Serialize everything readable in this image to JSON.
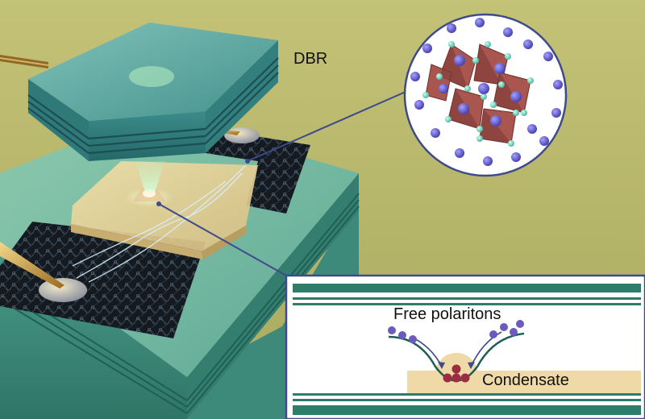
{
  "labels": {
    "dbr": "DBR",
    "free_polaritons": "Free polaritons",
    "condensate": "Condensate"
  },
  "colors": {
    "background": "#b7b66b",
    "dbr_top": "#4a9e9a",
    "substrate": "#6bb4a0",
    "sample": "#e8d39a",
    "electrode": "#1a1f24",
    "probe": "#c59a3a",
    "inset_line": "#3e4a8c",
    "polariton": "#6b5bbf",
    "condensate_particle": "#9b2d40",
    "octahedron": "#a8564f",
    "halide_atom": "#6fcfb9"
  }
}
